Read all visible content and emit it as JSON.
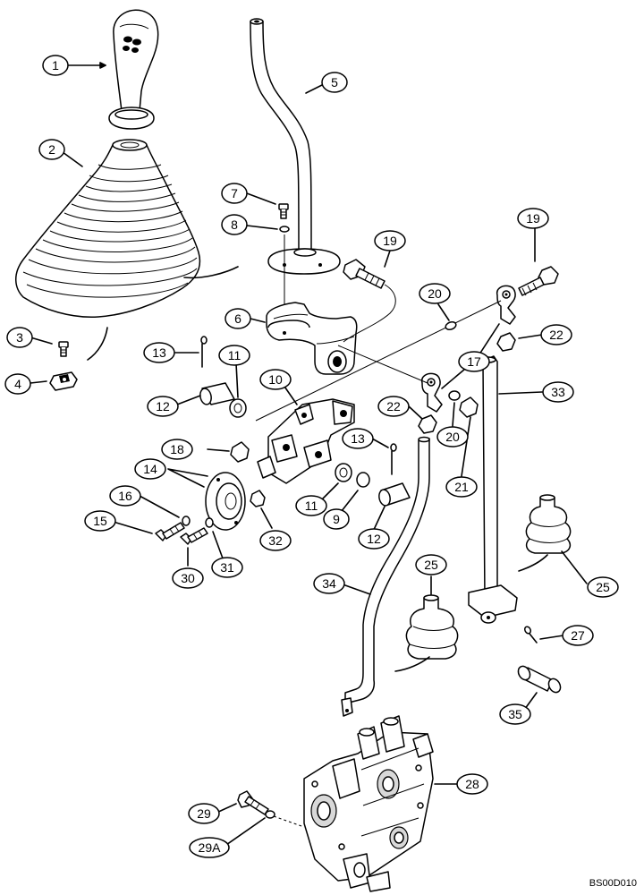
{
  "diagram": {
    "code": "BS00D010",
    "callouts": [
      {
        "id": "c1",
        "label": "1"
      },
      {
        "id": "c2",
        "label": "2"
      },
      {
        "id": "c3",
        "label": "3"
      },
      {
        "id": "c4",
        "label": "4"
      },
      {
        "id": "c5",
        "label": "5"
      },
      {
        "id": "c6",
        "label": "6"
      },
      {
        "id": "c7",
        "label": "7"
      },
      {
        "id": "c8",
        "label": "8"
      },
      {
        "id": "c9",
        "label": "9"
      },
      {
        "id": "c10",
        "label": "10"
      },
      {
        "id": "c11a",
        "label": "11"
      },
      {
        "id": "c11b",
        "label": "11"
      },
      {
        "id": "c12a",
        "label": "12"
      },
      {
        "id": "c12b",
        "label": "12"
      },
      {
        "id": "c13a",
        "label": "13"
      },
      {
        "id": "c13b",
        "label": "13"
      },
      {
        "id": "c14",
        "label": "14"
      },
      {
        "id": "c15",
        "label": "15"
      },
      {
        "id": "c16",
        "label": "16"
      },
      {
        "id": "c17",
        "label": "17"
      },
      {
        "id": "c18",
        "label": "18"
      },
      {
        "id": "c19a",
        "label": "19"
      },
      {
        "id": "c19b",
        "label": "19"
      },
      {
        "id": "c20a",
        "label": "20"
      },
      {
        "id": "c20b",
        "label": "20"
      },
      {
        "id": "c21",
        "label": "21"
      },
      {
        "id": "c22a",
        "label": "22"
      },
      {
        "id": "c22b",
        "label": "22"
      },
      {
        "id": "c25a",
        "label": "25"
      },
      {
        "id": "c25b",
        "label": "25"
      },
      {
        "id": "c27",
        "label": "27"
      },
      {
        "id": "c28",
        "label": "28"
      },
      {
        "id": "c29",
        "label": "29"
      },
      {
        "id": "c29A",
        "label": "29A"
      },
      {
        "id": "c30",
        "label": "30"
      },
      {
        "id": "c31",
        "label": "31"
      },
      {
        "id": "c32",
        "label": "32"
      },
      {
        "id": "c33",
        "label": "33"
      },
      {
        "id": "c34",
        "label": "34"
      },
      {
        "id": "c35",
        "label": "35"
      }
    ]
  }
}
